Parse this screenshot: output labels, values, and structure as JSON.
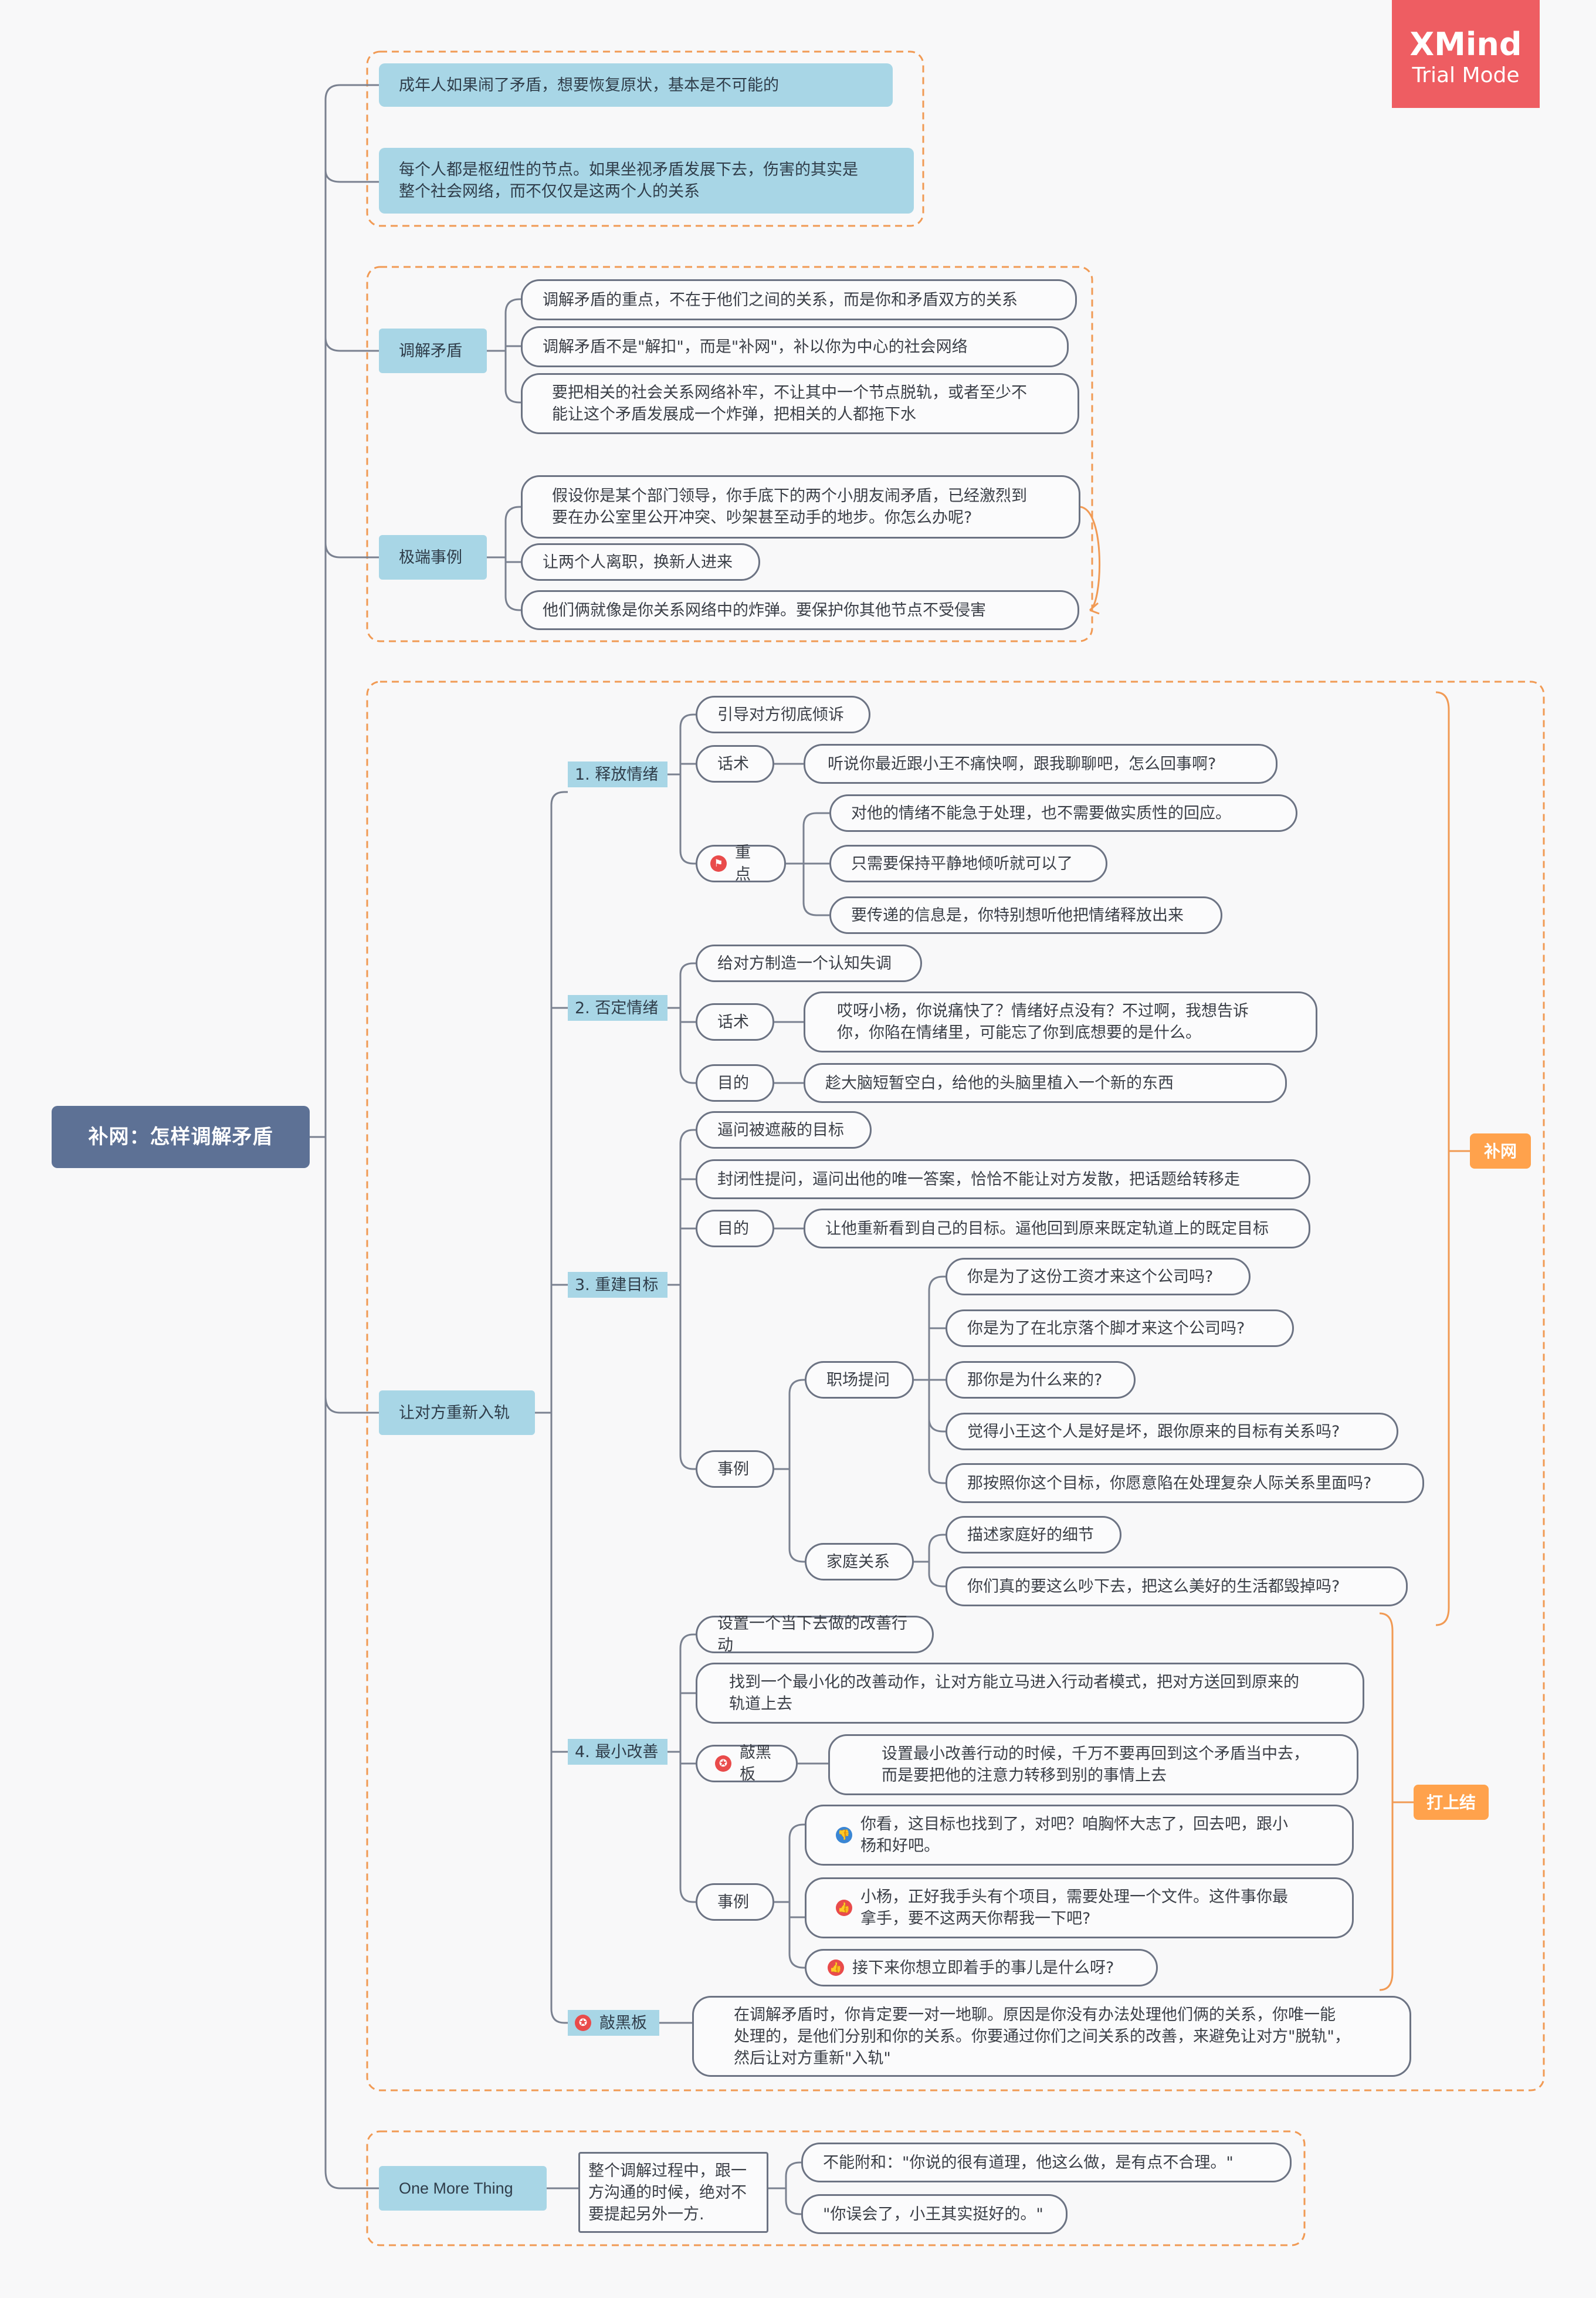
{
  "watermark": {
    "brand": "XMind",
    "mode": "Trial Mode"
  },
  "root": "补网：怎样调解矛盾",
  "group1": {
    "items": [
      "成年人如果闹了矛盾，想要恢复原状，基本是不可能的",
      "每个人都是枢纽性的节点。如果坐视矛盾发展下去，伤害的其实是\n整个社会网络，而不仅仅是这两个人的关系"
    ]
  },
  "group2": {
    "topic1": "调解矛盾",
    "topic1_items": [
      "调解矛盾的重点，不在于他们之间的关系，而是你和矛盾双方的关系",
      "调解矛盾不是\"解扣\"，而是\"补网\"，补以你为中心的社会网络",
      "要把相关的社会关系网络补牢，不让其中一个节点脱轨，或者至少不\n能让这个矛盾发展成一个炸弹，把相关的人都拖下水"
    ],
    "topic2": "极端事例",
    "topic2_items": [
      "假设你是某个部门领导，你手底下的两个小朋友闹矛盾，已经激烈到\n要在办公室里公开冲突、吵架甚至动手的地步。你怎么办呢?",
      "让两个人离职，换新人进来",
      "他们俩就像是你关系网络中的炸弹。要保护你其他节点不受侵害"
    ]
  },
  "group3": {
    "topic": "让对方重新入轨",
    "step1": {
      "label": "1. 释放情绪",
      "a": "引导对方彻底倾诉",
      "script_label": "话术",
      "script": "听说你最近跟小王不痛快啊，跟我聊聊吧，怎么回事啊?",
      "key_label": "重点",
      "keys": [
        "对他的情绪不能急于处理，也不需要做实质性的回应。",
        "只需要保持平静地倾听就可以了",
        "要传递的信息是，你特别想听他把情绪释放出来"
      ]
    },
    "step2": {
      "label": "2. 否定情绪",
      "a": "给对方制造一个认知失调",
      "script_label": "话术",
      "script": "哎呀小杨，你说痛快了？情绪好点没有？不过啊，我想告诉\n你，你陷在情绪里，可能忘了你到底想要的是什么。",
      "goal_label": "目的",
      "goal": "趁大脑短暂空白，给他的头脑里植入一个新的东西"
    },
    "step3": {
      "label": "3. 重建目标",
      "a": "逼问被遮蔽的目标",
      "b": "封闭性提问，逼问出他的唯一答案，恰恰不能让对方发散，把话题给转移走",
      "goal_label": "目的",
      "goal": "让他重新看到自己的目标。逼他回到原来既定轨道上的既定目标",
      "example_label": "事例",
      "work_label": "职场提问",
      "work": [
        "你是为了这份工资才来这个公司吗?",
        "你是为了在北京落个脚才来这个公司吗?",
        "那你是为什么来的?",
        "觉得小王这个人是好是坏，跟你原来的目标有关系吗?",
        "那按照你这个目标，你愿意陷在处理复杂人际关系里面吗?"
      ],
      "family_label": "家庭关系",
      "family": [
        "描述家庭好的细节",
        "你们真的要这么吵下去，把这么美好的生活都毁掉吗?"
      ]
    },
    "step4": {
      "label": "4. 最小改善",
      "a": "设置一个当下去做的改善行动",
      "b": "找到一个最小化的改善动作，让对方能立马进入行动者模式，把对方送回到原来的\n轨道上去",
      "tip_label": "敲黑板",
      "tip": "设置最小改善行动的时候，千万不要再回到这个矛盾当中去，\n而是要把他的注意力转移到别的事情上去",
      "example_label": "事例",
      "examples": [
        "你看，这目标也找到了，对吧？咱胸怀大志了，回去吧，跟小\n杨和好吧。",
        "小杨，正好我手头有个项目，需要处理一个文件。这件事你最\n拿手，要不这两天你帮我一下吧?",
        "接下来你想立即着手的事儿是什么呀?"
      ]
    },
    "tip_label": "敲黑板",
    "tip": "在调解矛盾时，你肯定要一对一地聊。原因是你没有办法处理他们俩的关系，你唯一能\n处理的，是他们分别和你的关系。你要通过你们之间关系的改善，来避免让对方\"脱轨\"，\n然后让对方重新\"入轨\"",
    "summary1": "补网",
    "summary2": "打上结"
  },
  "group4": {
    "topic": "One More Thing",
    "note": "整个调解过程中，跟一\n方沟通的时候，绝对不\n要提起另外一方.",
    "items": [
      "不能附和：\"你说的很有道理，他这么做，是有点不合理。\"",
      "\"你误会了，小王其实挺好的。\""
    ]
  },
  "colors": {
    "frame": "#f19a54",
    "line": "#7a8190",
    "root": "#5d7195",
    "topic": "#a8d6e6",
    "summary": "#ffa24c",
    "watermark": "#ee5d62"
  }
}
